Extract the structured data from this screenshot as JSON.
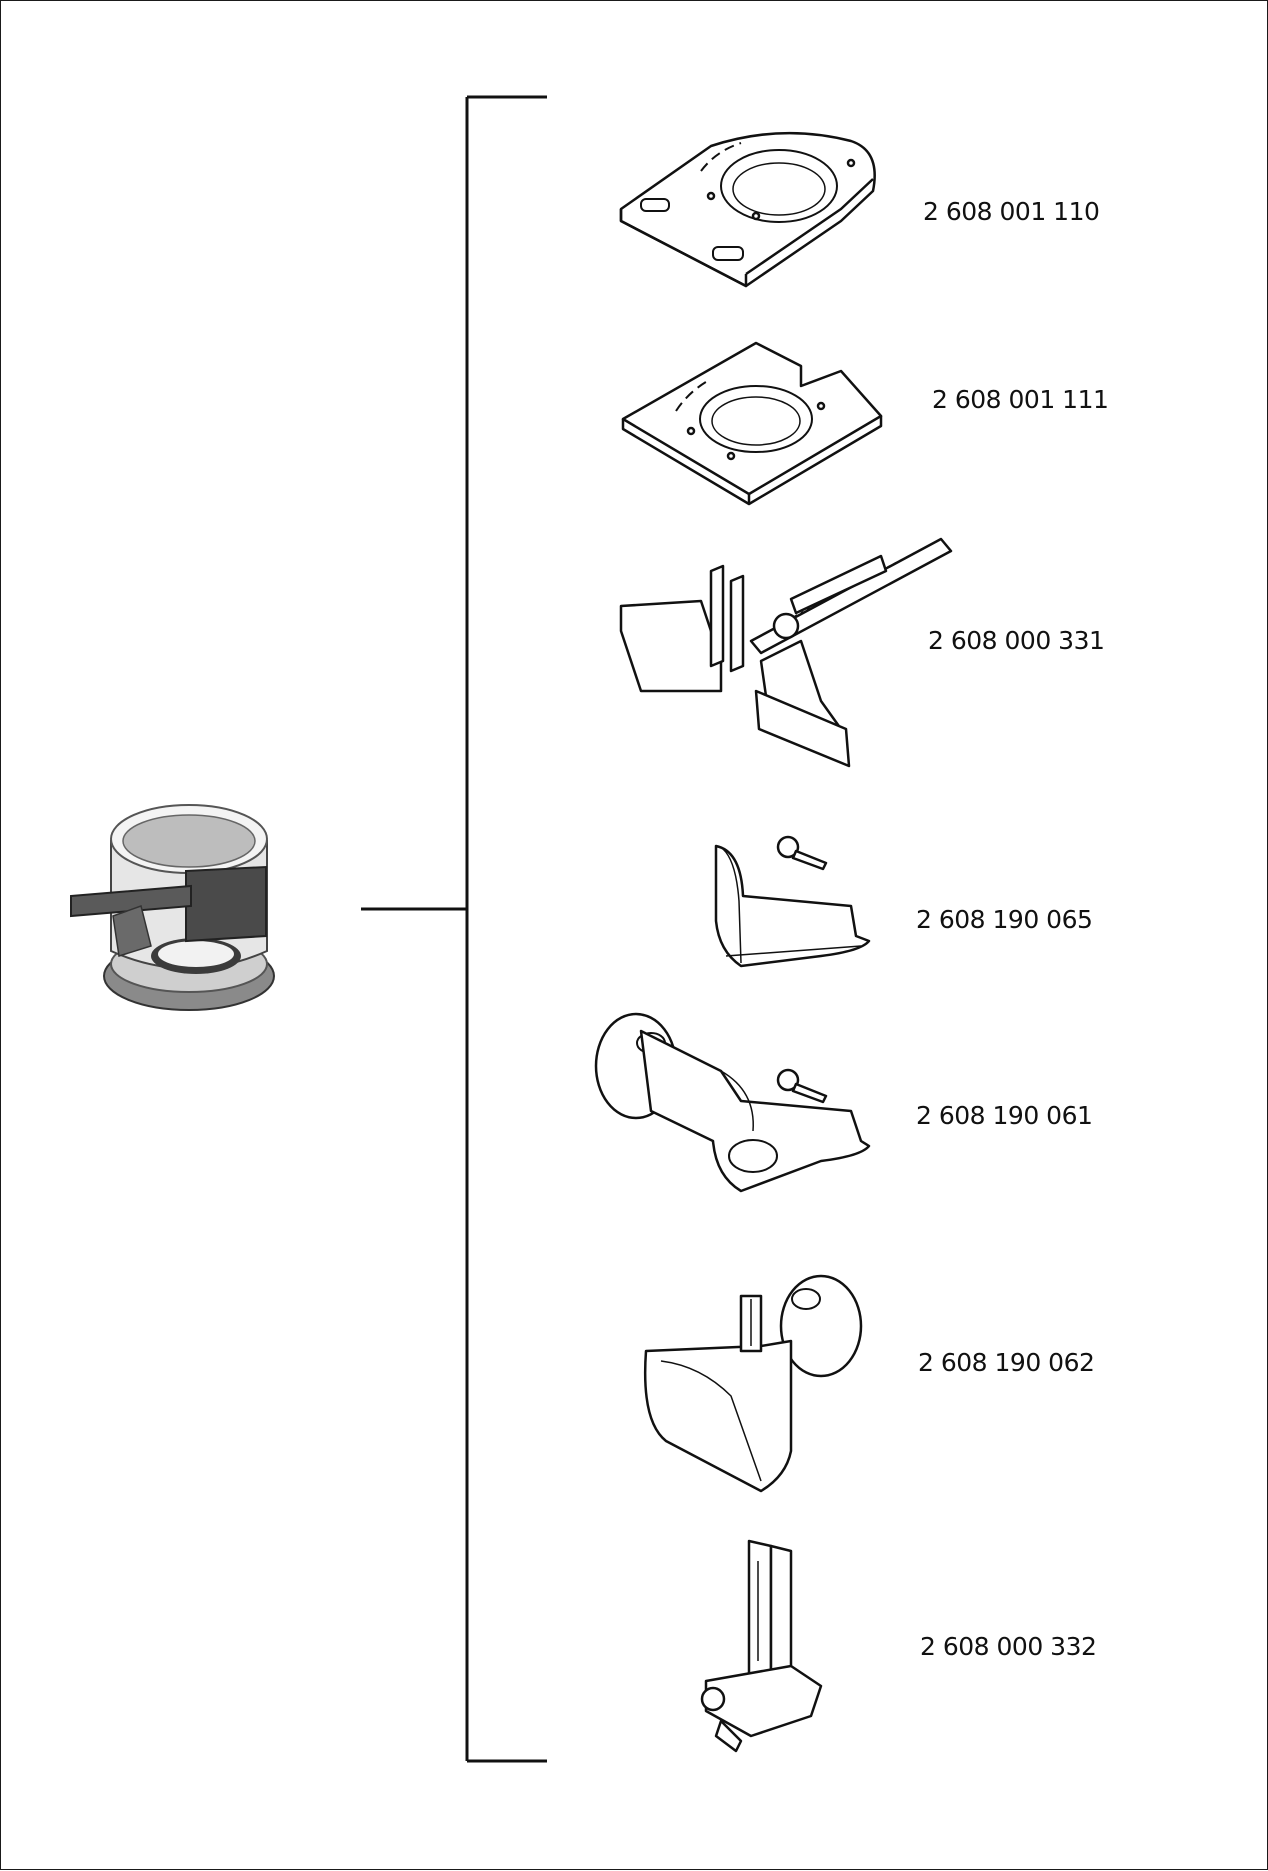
{
  "document": {
    "main_item_icon": "router-base-icon",
    "accessories": [
      {
        "part_number": "2 608 001 110",
        "icon": "base-plate-rounded-icon"
      },
      {
        "part_number": "2 608 001 111",
        "icon": "base-plate-square-icon"
      },
      {
        "part_number": "2 608 000 331",
        "icon": "parallel-guide-icon"
      },
      {
        "part_number": "2 608 190 065",
        "icon": "dust-hood-icon"
      },
      {
        "part_number": "2 608 190 061",
        "icon": "dust-extraction-adapter-icon"
      },
      {
        "part_number": "2 608 190 062",
        "icon": "dust-extraction-hood-icon"
      },
      {
        "part_number": "2 608 000 332",
        "icon": "guide-fence-icon"
      }
    ]
  }
}
